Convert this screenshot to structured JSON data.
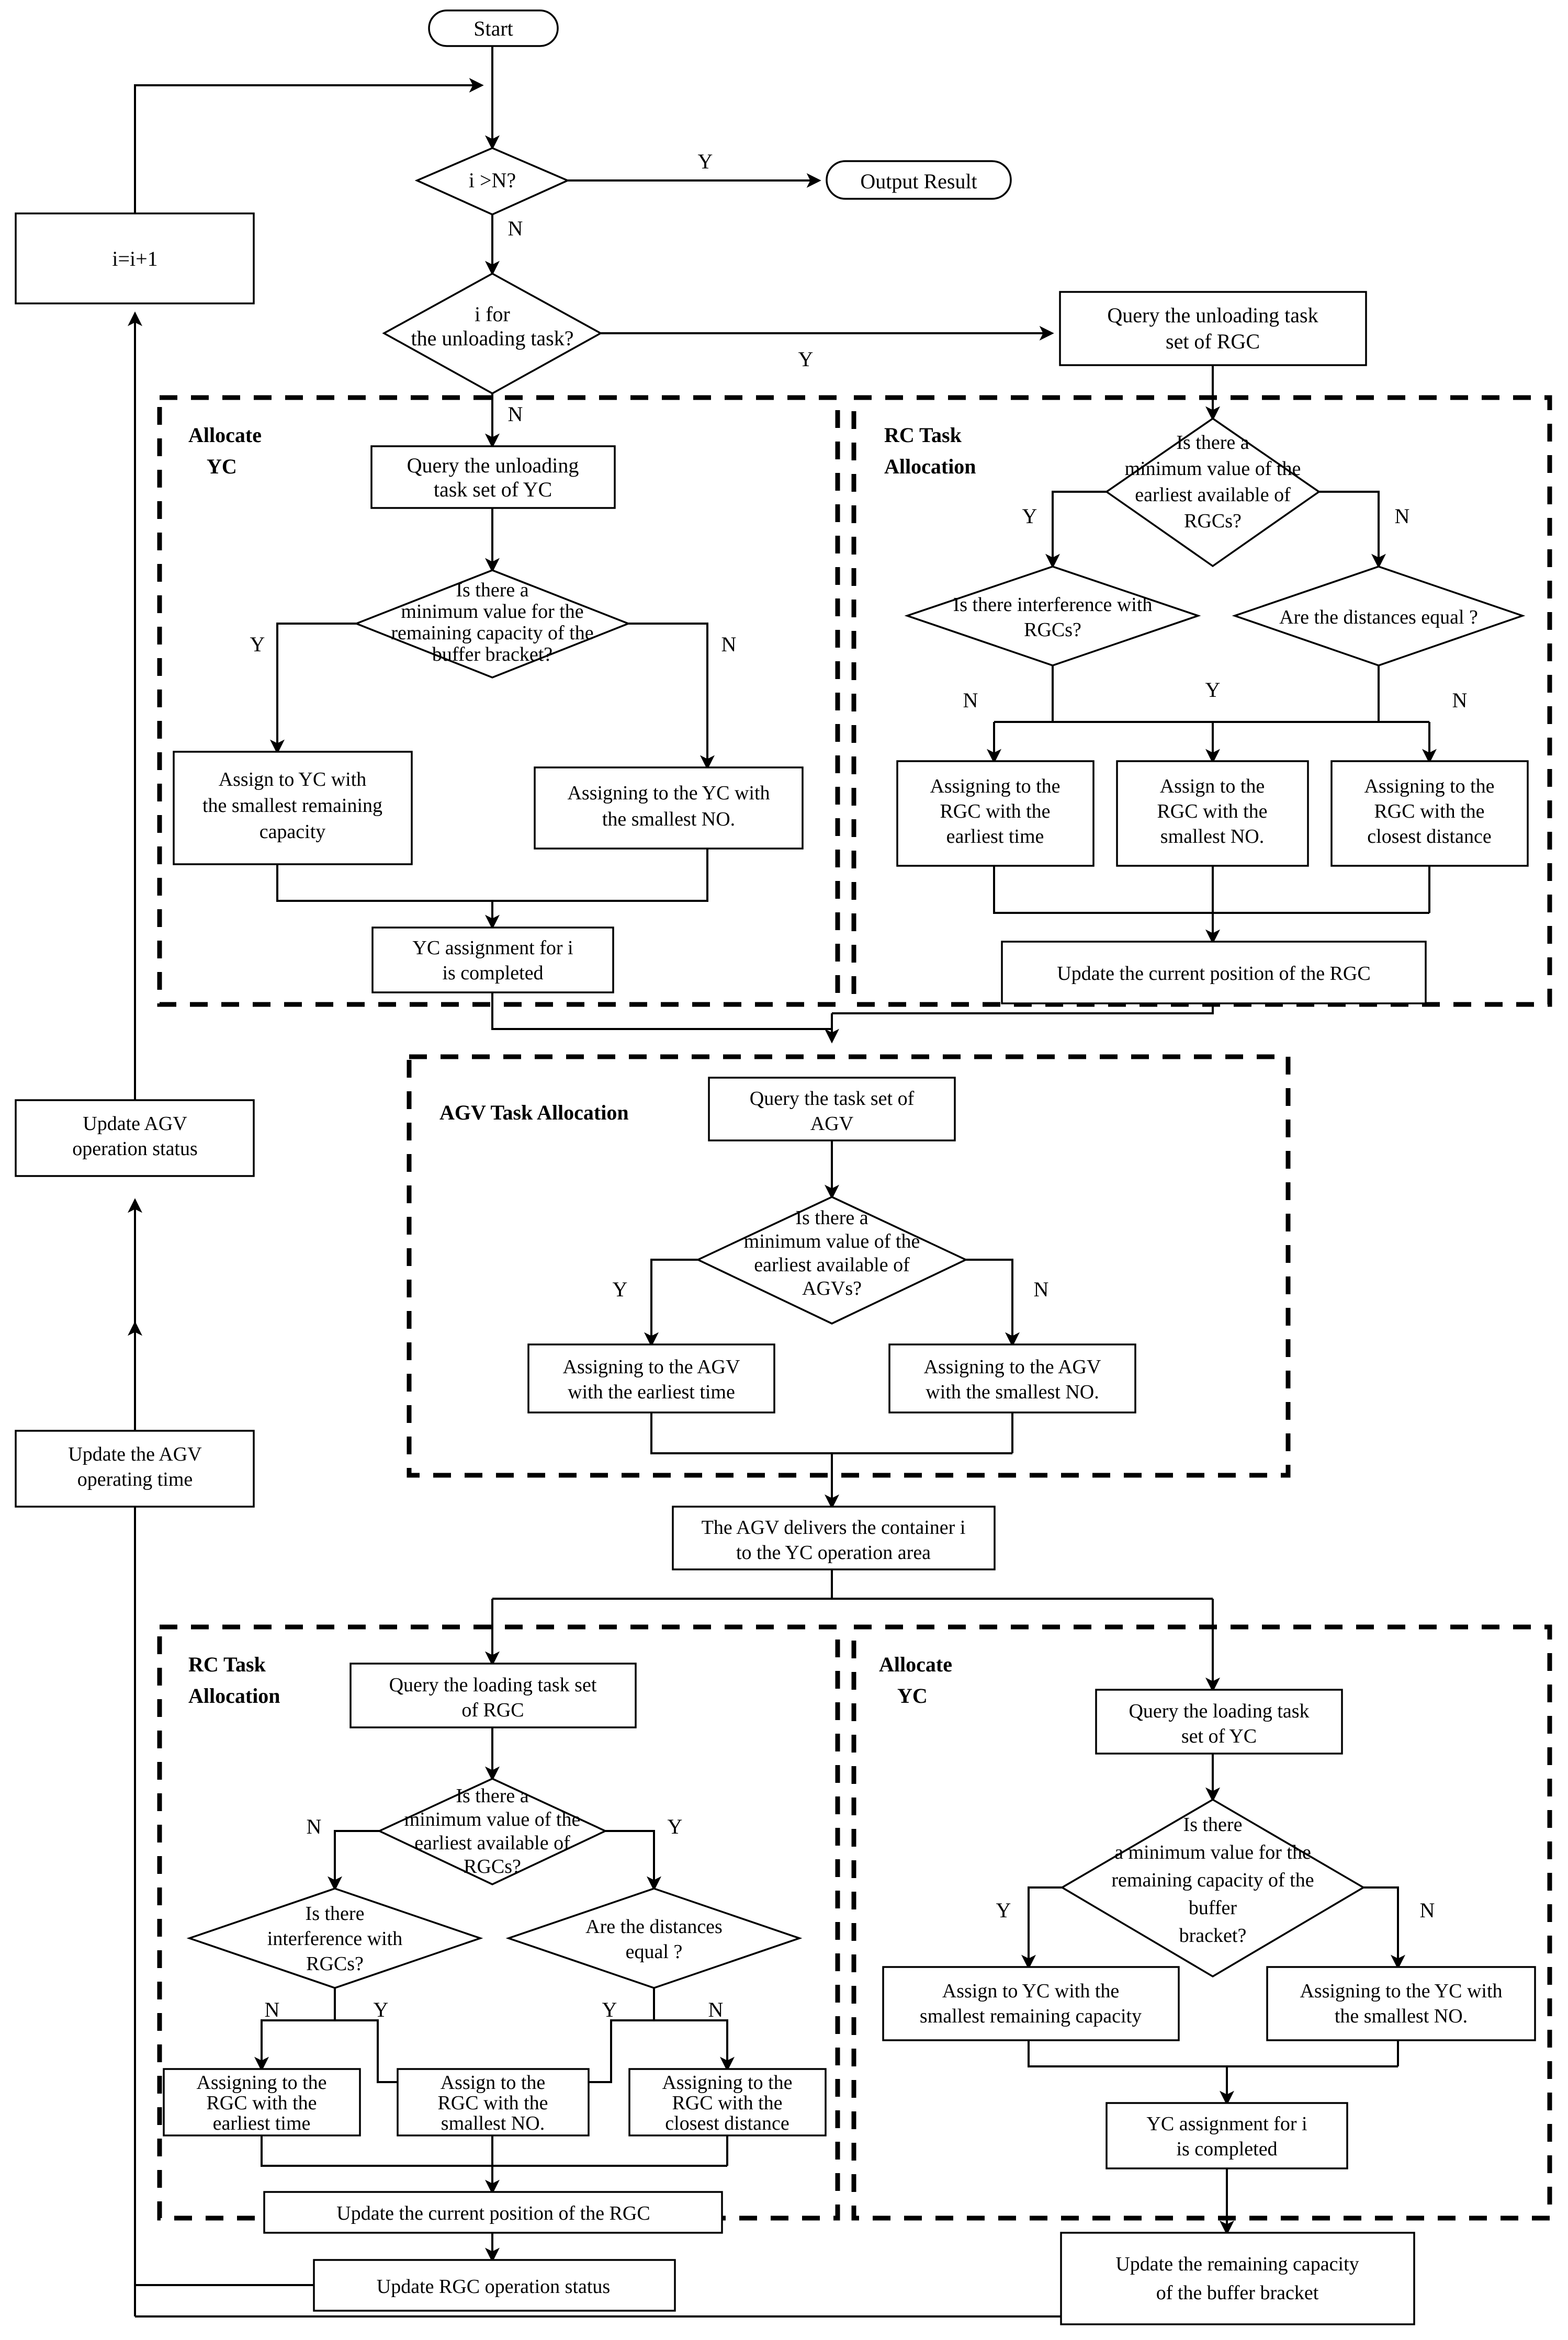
{
  "diagram": {
    "title": "AGV / RGC / YC task allocation flowchart",
    "terminals": [
      {
        "id": "start",
        "label": "Start"
      },
      {
        "id": "output",
        "label": "Output Result"
      }
    ],
    "group_labels": {
      "allocate_yc_top": [
        "Allocate",
        "YC"
      ],
      "rc_task_top": [
        "RC Task",
        "Allocation"
      ],
      "agv_task": [
        "AGV Task Allocation"
      ],
      "rc_task_bottom": [
        "RC Task",
        "Allocation"
      ],
      "allocate_yc_bottom": [
        "Allocate",
        "YC"
      ]
    },
    "decisions": [
      {
        "id": "d_i_gt_n",
        "lines": [
          "i >N?"
        ]
      },
      {
        "id": "d_unload_task",
        "lines": [
          "i for",
          "the unloading task?"
        ]
      },
      {
        "id": "d_yc_min_cap_top",
        "lines": [
          "Is there a",
          "minimum value for the",
          "remaining capacity of the",
          "buffer bracket?"
        ]
      },
      {
        "id": "d_rgc_min_top",
        "lines": [
          "Is there a",
          "minimum value of the",
          "earliest available of",
          "RGCs?"
        ]
      },
      {
        "id": "d_rgc_interf_top",
        "lines": [
          "Is there interference with",
          "RGCs?"
        ]
      },
      {
        "id": "d_dist_equal_top",
        "lines": [
          "Are the distances equal ?"
        ]
      },
      {
        "id": "d_agv_min",
        "lines": [
          "Is there a",
          "minimum value of the",
          "earliest available of",
          "AGVs?"
        ]
      },
      {
        "id": "d_rgc_min_bot",
        "lines": [
          "Is there a",
          "minimum value of the",
          "earliest available of",
          "RGCs?"
        ]
      },
      {
        "id": "d_rgc_interf_bot",
        "lines": [
          "Is there",
          "interference with",
          "RGCs?"
        ]
      },
      {
        "id": "d_dist_equal_bot",
        "lines": [
          "Are the distances",
          "equal ?"
        ]
      },
      {
        "id": "d_yc_min_cap_bot",
        "lines": [
          "Is there",
          "a minimum value for the",
          "remaining capacity of the",
          "buffer",
          "bracket?"
        ]
      }
    ],
    "processes": [
      {
        "id": "p_incr",
        "lines": [
          "i=i+1"
        ]
      },
      {
        "id": "p_query_unload_yc",
        "lines": [
          "Query the unloading",
          "task set of YC"
        ]
      },
      {
        "id": "p_query_unload_rgc",
        "lines": [
          "Query the unloading task",
          "set of RGC"
        ]
      },
      {
        "id": "p_yc_small_cap_top",
        "lines": [
          "Assign to YC with",
          "the smallest remaining",
          "capacity"
        ]
      },
      {
        "id": "p_yc_small_no_top",
        "lines": [
          "Assigning to the YC with",
          "the smallest NO."
        ]
      },
      {
        "id": "p_yc_done_top",
        "lines": [
          "YC assignment for i",
          "is completed"
        ]
      },
      {
        "id": "p_rgc_earliest_top",
        "lines": [
          "Assigning to the",
          "RGC with the",
          "earliest time"
        ]
      },
      {
        "id": "p_rgc_small_no_top",
        "lines": [
          "Assign to the",
          "RGC with the",
          "smallest NO."
        ]
      },
      {
        "id": "p_rgc_closest_top",
        "lines": [
          "Assigning to the",
          "RGC with the",
          "closest distance"
        ]
      },
      {
        "id": "p_update_rgc_pos_top",
        "lines": [
          "Update the current position of the RGC"
        ]
      },
      {
        "id": "p_query_agv",
        "lines": [
          "Query the task set of",
          "AGV"
        ]
      },
      {
        "id": "p_agv_earliest",
        "lines": [
          "Assigning to the AGV",
          "with the earliest time"
        ]
      },
      {
        "id": "p_agv_small_no",
        "lines": [
          "Assigning to the AGV",
          "with the smallest NO."
        ]
      },
      {
        "id": "p_agv_deliver",
        "lines": [
          "The AGV delivers the container i",
          "to the YC operation area"
        ]
      },
      {
        "id": "p_update_agv_status",
        "lines": [
          "Update AGV",
          "operation status"
        ]
      },
      {
        "id": "p_update_agv_time",
        "lines": [
          "Update the AGV",
          "operating time"
        ]
      },
      {
        "id": "p_query_load_rgc",
        "lines": [
          "Query the loading task set",
          "of RGC"
        ]
      },
      {
        "id": "p_rgc_earliest_bot",
        "lines": [
          "Assigning to the",
          "RGC with the",
          "earliest time"
        ]
      },
      {
        "id": "p_rgc_small_no_bot",
        "lines": [
          "Assign to the",
          "RGC with the",
          "smallest NO."
        ]
      },
      {
        "id": "p_rgc_closest_bot",
        "lines": [
          "Assigning to the",
          "RGC with the",
          "closest distance"
        ]
      },
      {
        "id": "p_update_rgc_pos_bot",
        "lines": [
          "Update the current position of the RGC"
        ]
      },
      {
        "id": "p_update_rgc_status",
        "lines": [
          "Update RGC operation status"
        ]
      },
      {
        "id": "p_query_load_yc",
        "lines": [
          "Query the loading task",
          "set of YC"
        ]
      },
      {
        "id": "p_yc_small_cap_bot",
        "lines": [
          "Assign to YC with the",
          "smallest remaining capacity"
        ]
      },
      {
        "id": "p_yc_small_no_bot",
        "lines": [
          "Assigning to the YC with",
          "the smallest NO."
        ]
      },
      {
        "id": "p_yc_done_bot",
        "lines": [
          "YC assignment for i",
          "is completed"
        ]
      },
      {
        "id": "p_update_buffer",
        "lines": [
          "Update the remaining capacity",
          "of the buffer bracket"
        ]
      }
    ],
    "edge_labels": {
      "i_gt_n_yes": "Y",
      "i_gt_n_no": "N",
      "unload_yes": "Y",
      "unload_no": "N",
      "yc_top_yes": "Y",
      "yc_top_no": "N",
      "rgc_top_yes": "Y",
      "rgc_top_no": "N",
      "interf_top_no": "N",
      "interf_top_yes": "Y",
      "dist_top_n": "N",
      "agv_yes": "Y",
      "agv_no": "N",
      "rgc_bot_n": "N",
      "rgc_bot_y": "Y",
      "interf_bot_n": "N",
      "interf_bot_y": "Y",
      "dist_bot_y": "Y",
      "dist_bot_n": "N",
      "yc_bot_yes": "Y",
      "yc_bot_no": "N"
    },
    "colors": {
      "stroke": "#000000",
      "fill": "#ffffff",
      "text": "#000000"
    }
  }
}
